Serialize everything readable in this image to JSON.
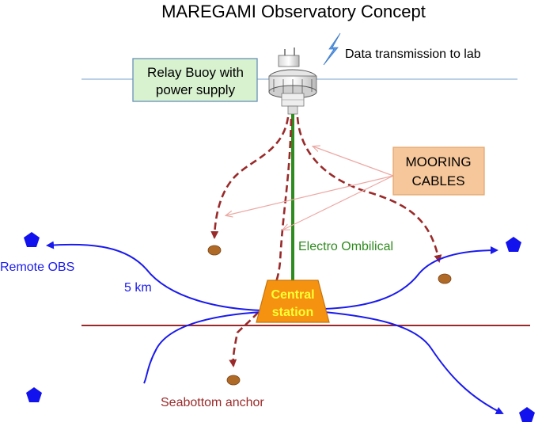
{
  "title": "MAREGAMI Observatory Concept",
  "labels": {
    "data_transmission": "Data transmission to lab",
    "relay_buoy_line1": "Relay Buoy with",
    "relay_buoy_line2": "power supply",
    "mooring_line1": "MOORING",
    "mooring_line2": "CABLES",
    "electro_ombilical": "Electro Ombilical",
    "remote_obs": "Remote OBS",
    "distance": "5 km",
    "central_line1": "Central",
    "central_line2": "station",
    "seabottom_anchor": "Seabottom anchor"
  },
  "colors": {
    "sea_surface": "#8fb4d8",
    "seabed": "#9a2a2a",
    "relay_box_fill": "#d8f2d0",
    "relay_box_border": "#6a8fb8",
    "mooring_box_fill": "#f6c79a",
    "mooring_box_border": "#e3a46a",
    "mooring_cable": "#9a2a2a",
    "pointer_arrows": "#eca9a4",
    "umbilical": "#2e8b1e",
    "obs_cable": "#1a1aee",
    "obs_marker": "#1212ee",
    "central_station_fill": "#f59210",
    "central_station_text": "#ffff33",
    "anchor_fill": "#b06a28",
    "lightning": "#5a9ae8",
    "electro_label": "#2e8b1e",
    "remote_label": "#1a1aee",
    "anchor_label": "#9a2a2a"
  },
  "icons": {
    "buoy": "buoy-icon",
    "lightning": "lightning-bolt-icon",
    "obs": "pentagon-icon",
    "anchor": "anchor-weight-icon"
  }
}
